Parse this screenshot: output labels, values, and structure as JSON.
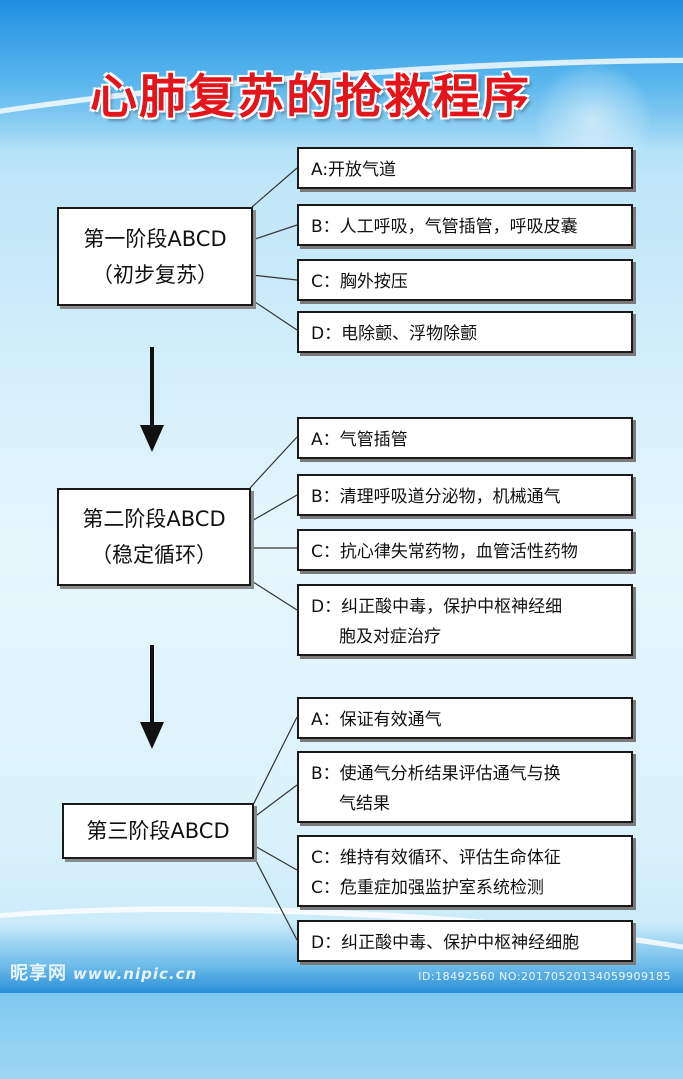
{
  "title": "心肺复苏的抢救程序",
  "stages": [
    {
      "name": "第一阶段ABCD",
      "sub": "（初步复苏）",
      "items": [
        {
          "lines": [
            "A:开放气道"
          ]
        },
        {
          "lines": [
            "B：人工呼吸，气管插管，呼吸皮囊"
          ]
        },
        {
          "lines": [
            "C：胸外按压"
          ]
        },
        {
          "lines": [
            "D：电除颤、浮物除颤"
          ]
        }
      ]
    },
    {
      "name": "第二阶段ABCD",
      "sub": "（稳定循环）",
      "items": [
        {
          "lines": [
            "A：气管插管"
          ]
        },
        {
          "lines": [
            "B：清理呼吸道分泌物，机械通气"
          ]
        },
        {
          "lines": [
            "C：抗心律失常药物，血管活性药物"
          ]
        },
        {
          "lines": [
            "D：纠正酸中毒，保护中枢神经细",
            "胞及对症治疗"
          ]
        }
      ]
    },
    {
      "name": "第三阶段ABCD",
      "sub": "",
      "items": [
        {
          "lines": [
            "A：保证有效通气"
          ]
        },
        {
          "lines": [
            "B：使通气分析结果评估通气与换",
            "气结果"
          ]
        },
        {
          "lines": [
            "C：维持有效循环、评估生命体征",
            "C：危重症加强监护室系统检测"
          ]
        },
        {
          "lines": [
            "D：纠正酸中毒、保护中枢神经细胞"
          ]
        }
      ]
    }
  ],
  "watermark": {
    "brand": "昵享网",
    "url": "www.nipic.cn",
    "id_text": "ID:18492560 NO:20170520134059909185"
  },
  "colors": {
    "title": "#e4141b",
    "border": "#1a1a1a",
    "box_bg": "#ffffff",
    "arrow": "#111111"
  }
}
